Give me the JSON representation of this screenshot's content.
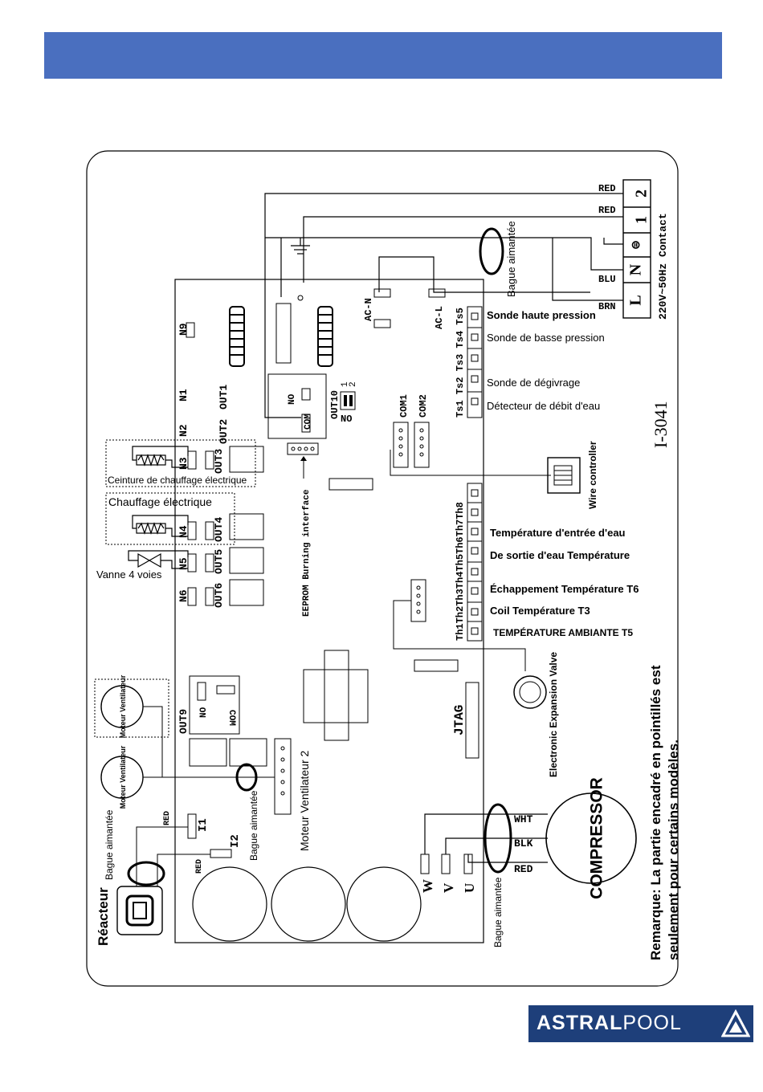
{
  "brand": {
    "name_bold": "ASTRAL",
    "name_light": "POOL",
    "bar_color": "#4a6fbf",
    "logo_bg": "#1e3f7a",
    "logo_icon": "astralpool-triangle-icon"
  },
  "diagram": {
    "power": {
      "contact_label": "220V~50Hz Contact",
      "terminals": [
        "L",
        "N",
        "⊜",
        "1",
        "2"
      ],
      "wires": {
        "red_top": "RED",
        "red_2": "RED",
        "blu": "BLU",
        "brn": "BRN"
      }
    },
    "board_id": "I-3041",
    "ac": {
      "n": "AC-N",
      "l": "AC-L"
    },
    "ring_labels": {
      "top": "Bague aimantée",
      "fan": "Bague aimantée",
      "reactor": "Bague aimantée",
      "compressor": "Bague aimantée"
    },
    "sensors_top": {
      "pins": [
        "Ts1",
        "Ts2",
        "Ts3",
        "Ts4",
        "Ts5"
      ],
      "pins_text": "Ts1 Ts2 Ts3 Ts4 Ts5",
      "labels": [
        "Sonde haute pression",
        "Sonde de basse pression",
        "Sonde de dégivrage",
        "Détecteur de débit d'eau"
      ]
    },
    "outputs": {
      "n_labels": [
        "N9",
        "N1",
        "N2",
        "N3",
        "N4",
        "N5",
        "N6"
      ],
      "out_labels": [
        "OUT1",
        "OUT2",
        "OUT3",
        "OUT4",
        "OUT5",
        "OUT6"
      ],
      "out9": "OUT9",
      "out10": "OUT10",
      "no": "NO",
      "com": "COM",
      "dip": [
        "1",
        "2"
      ]
    },
    "com_ports": [
      "COM1",
      "COM2"
    ],
    "eeprom": "EEPROM Burning interface",
    "wire_controller": "Wire controller",
    "heaters": {
      "belt": "Ceinture de chauffage électrique",
      "electric": "Chauffage électrique",
      "valve": "Vanne 4 voies"
    },
    "sensors_bottom": {
      "pins_text": "Th1Th2Th3Th4Th5Th6Th7Th8",
      "labels": [
        "Température d'entrée d'eau",
        "De sortie d'eau Température",
        "Échappement Température T6",
        "Coil Température T3",
        "TEMPÉRATURE AMBIANTE T5"
      ]
    },
    "eev": "Electronic Expansion Valve",
    "jtag": "JTAG",
    "compressor": {
      "label": "COMPRESSOR",
      "wires": [
        "WHT",
        "BLK",
        "RED"
      ],
      "phases": [
        "W",
        "V",
        "U"
      ]
    },
    "fans": {
      "motor": "Moteur Ventilateur",
      "motor2": "Moteur Ventilateur 2"
    },
    "reactor": {
      "label": "Réacteur",
      "i1": "I1",
      "i2": "I2",
      "red1": "RED",
      "red2": "RED"
    },
    "note_line1": "Remarque: La partie encadré en pointillés est",
    "note_line2": "seulement pour certains modèles."
  }
}
